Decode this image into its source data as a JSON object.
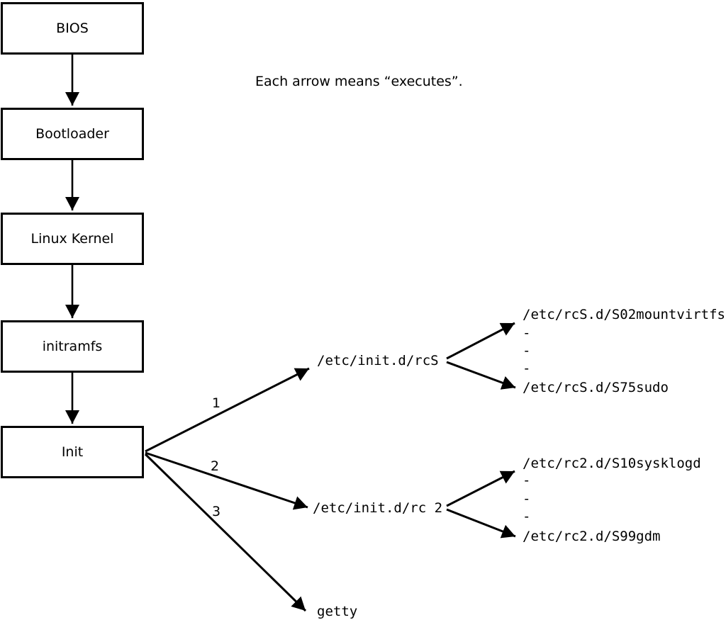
{
  "note": "Each arrow means “executes”.",
  "flow": [
    {
      "label": "BIOS"
    },
    {
      "label": "Bootloader"
    },
    {
      "label": "Linux Kernel"
    },
    {
      "label": "initramfs"
    },
    {
      "label": "Init"
    }
  ],
  "branches": [
    {
      "number": "1",
      "target": "/etc/init.d/rcS"
    },
    {
      "number": "2",
      "target": "/etc/init.d/rc 2"
    },
    {
      "number": "3",
      "target": "getty"
    }
  ],
  "rcS_scripts": {
    "first": "/etc/rcS.d/S02mountvirtfs",
    "ellipsis": [
      "-",
      "-",
      "-"
    ],
    "last": "/etc/rcS.d/S75sudo"
  },
  "rc2_scripts": {
    "first": "/etc/rc2.d/S10sysklogd",
    "ellipsis": [
      "-",
      "-",
      "-"
    ],
    "last": "/etc/rc2.d/S99gdm"
  },
  "colors": {
    "ink": "#000000",
    "background": "#ffffff"
  }
}
